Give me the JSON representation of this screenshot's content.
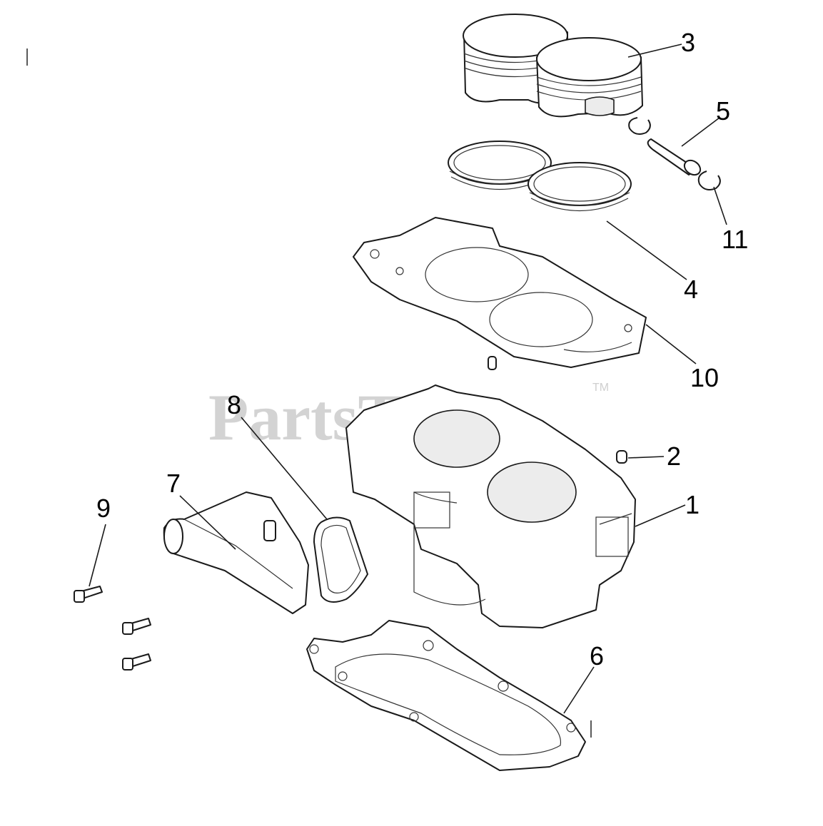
{
  "watermark": {
    "text": "PartsTree",
    "tm": "TM"
  },
  "callouts": [
    {
      "id": "1",
      "label": "1"
    },
    {
      "id": "2",
      "label": "2"
    },
    {
      "id": "3",
      "label": "3"
    },
    {
      "id": "4",
      "label": "4"
    },
    {
      "id": "5",
      "label": "5"
    },
    {
      "id": "6",
      "label": "6"
    },
    {
      "id": "7",
      "label": "7"
    },
    {
      "id": "8",
      "label": "8"
    },
    {
      "id": "9",
      "label": "9"
    },
    {
      "id": "10",
      "label": "10"
    },
    {
      "id": "11",
      "label": "11"
    }
  ]
}
